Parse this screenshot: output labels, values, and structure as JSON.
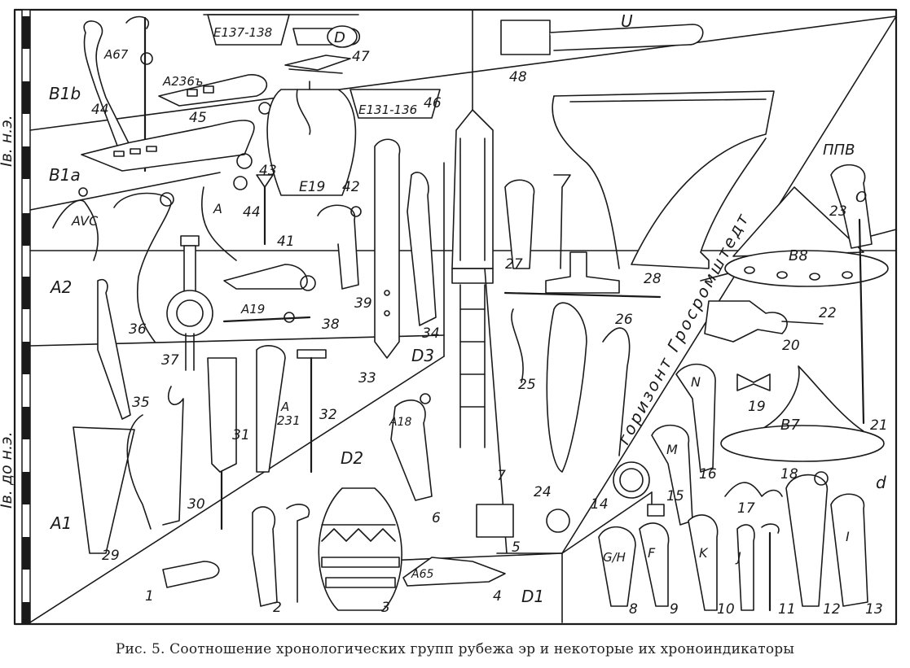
{
  "caption": "Рис. 5. Соотношение хронологических групп рубежа эр и некоторые их хроноиндикаторы",
  "timeline": {
    "upper": "Iв. н.э.",
    "lower": "Iв. до н.э."
  },
  "groups": {
    "B1b": "B1b",
    "B1a": "B1a",
    "AVC": "AVC",
    "A2": "A2",
    "A1": "A1",
    "D1": "D1",
    "D2": "D2",
    "D3": "D3",
    "U": "U",
    "PPV": "ППВ",
    "d": "d",
    "horizon": "горизонт Гросромштедт"
  },
  "types": {
    "A67": "A67",
    "A236b": "A236ъ",
    "A": "A",
    "A19": "A19",
    "A231": "A\n231",
    "A18": "A18",
    "A65": "A65",
    "E137": "E137-138",
    "E131": "E131-136",
    "E19": "E19",
    "B8": "B8",
    "B7": "B7",
    "D": "D",
    "O": "O",
    "N": "N",
    "M": "M",
    "GH": "G/H",
    "F": "F",
    "K": "K",
    "J": "J",
    "I": "I"
  },
  "numbers": [
    "1",
    "2",
    "3",
    "4",
    "5",
    "6",
    "7",
    "8",
    "9",
    "10",
    "11",
    "12",
    "13",
    "14",
    "15",
    "16",
    "17",
    "18",
    "19",
    "20",
    "21",
    "22",
    "23",
    "24",
    "25",
    "26",
    "27",
    "28",
    "29",
    "30",
    "31",
    "32",
    "33",
    "34",
    "35",
    "36",
    "37",
    "38",
    "39",
    "41",
    "42",
    "43",
    "44",
    "44",
    "45",
    "46",
    "47",
    "48"
  ]
}
